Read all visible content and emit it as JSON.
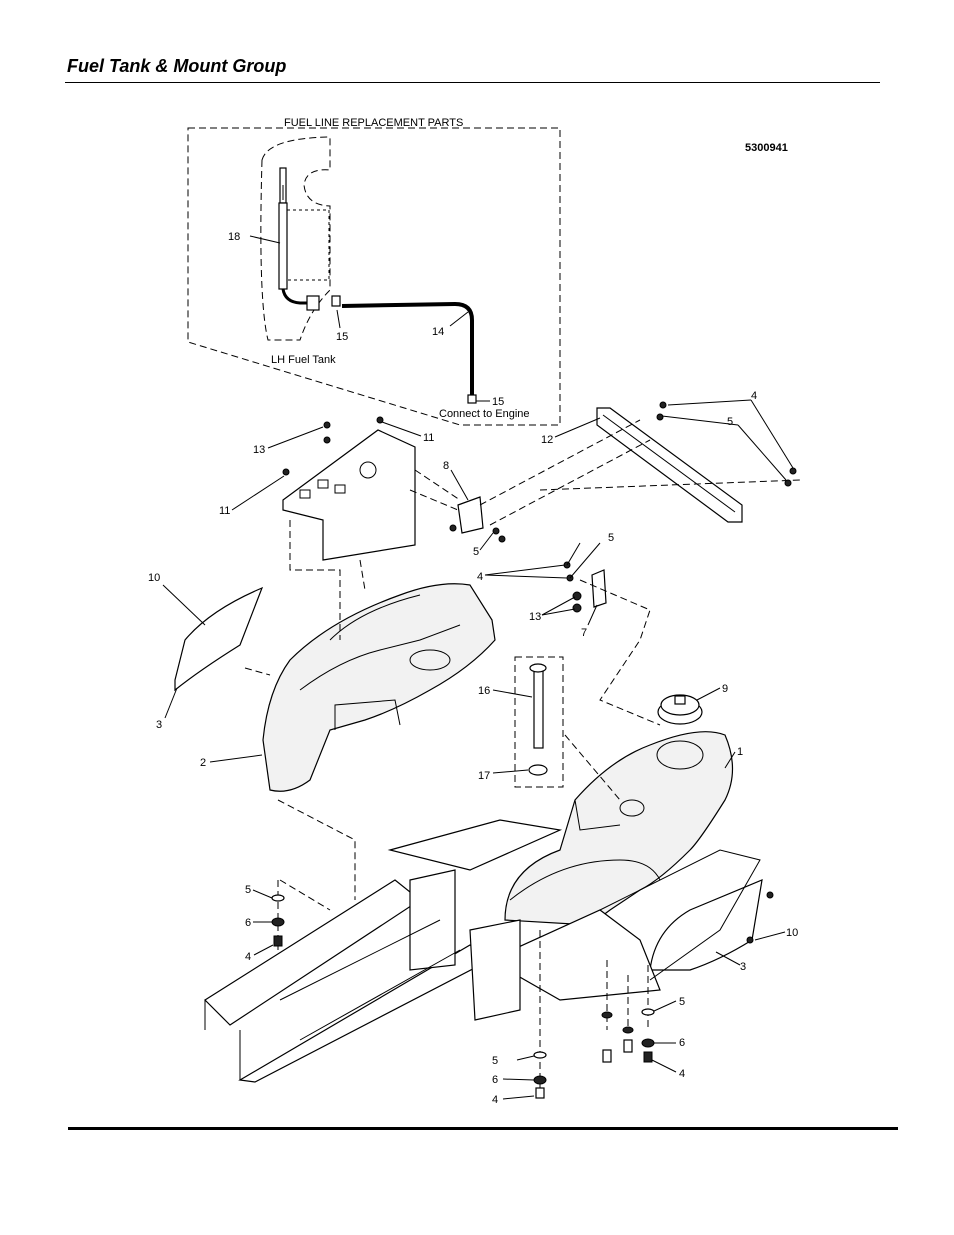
{
  "page": {
    "title": "Fuel Tank & Mount Group"
  },
  "diagram": {
    "part_number": "5300941",
    "inset_title": "FUEL LINE REPLACEMENT PARTS",
    "inset_labels": {
      "lh_fuel_tank": "LH Fuel Tank",
      "connect_to_engine": "Connect to Engine"
    },
    "callouts": {
      "c1": "1",
      "c2": "2",
      "c3a": "3",
      "c3b": "3",
      "c4a": "4",
      "c4b": "4",
      "c4c": "4",
      "c4d": "4",
      "c4e": "4",
      "c5a": "5",
      "c5b": "5",
      "c5c": "5",
      "c5d": "5",
      "c5e": "5",
      "c5f": "5",
      "c6a": "6",
      "c6b": "6",
      "c6c": "6",
      "c7": "7",
      "c8": "8",
      "c9": "9",
      "c10a": "10",
      "c10b": "10",
      "c11a": "11",
      "c11b": "11",
      "c12": "12",
      "c13a": "13",
      "c13b": "13",
      "c14": "14",
      "c15a": "15",
      "c15b": "15",
      "c16": "16",
      "c17": "17",
      "c18": "18"
    }
  }
}
